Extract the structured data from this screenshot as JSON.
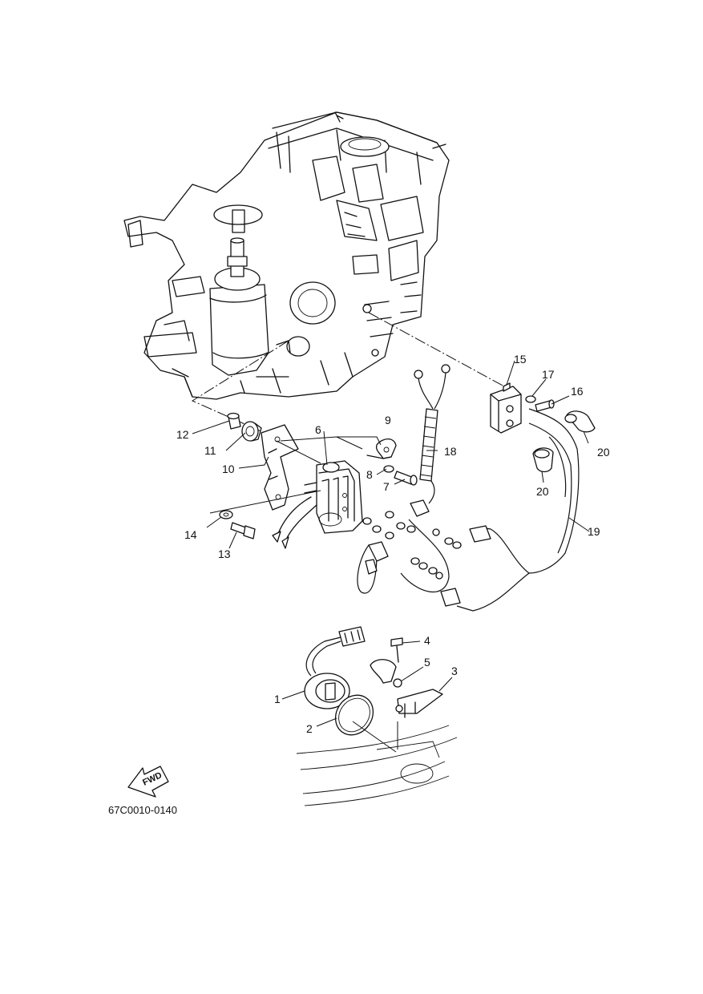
{
  "diagram": {
    "callouts": [
      {
        "id": "c1",
        "text": "1"
      },
      {
        "id": "c2",
        "text": "2"
      },
      {
        "id": "c3",
        "text": "3"
      },
      {
        "id": "c4",
        "text": "4"
      },
      {
        "id": "c5",
        "text": "5"
      },
      {
        "id": "c6",
        "text": "6"
      },
      {
        "id": "c7",
        "text": "7"
      },
      {
        "id": "c8",
        "text": "8"
      },
      {
        "id": "c9",
        "text": "9"
      },
      {
        "id": "c10",
        "text": "10"
      },
      {
        "id": "c11",
        "text": "11"
      },
      {
        "id": "c12",
        "text": "12"
      },
      {
        "id": "c13",
        "text": "13"
      },
      {
        "id": "c14",
        "text": "14"
      },
      {
        "id": "c15",
        "text": "15"
      },
      {
        "id": "c16",
        "text": "16"
      },
      {
        "id": "c17",
        "text": "17"
      },
      {
        "id": "c18",
        "text": "18"
      },
      {
        "id": "c19",
        "text": "19"
      },
      {
        "id": "c20a",
        "text": "20"
      },
      {
        "id": "c20b",
        "text": "20"
      }
    ],
    "fwd_label": "FWD",
    "drawing_code": "67C0010-0140"
  }
}
